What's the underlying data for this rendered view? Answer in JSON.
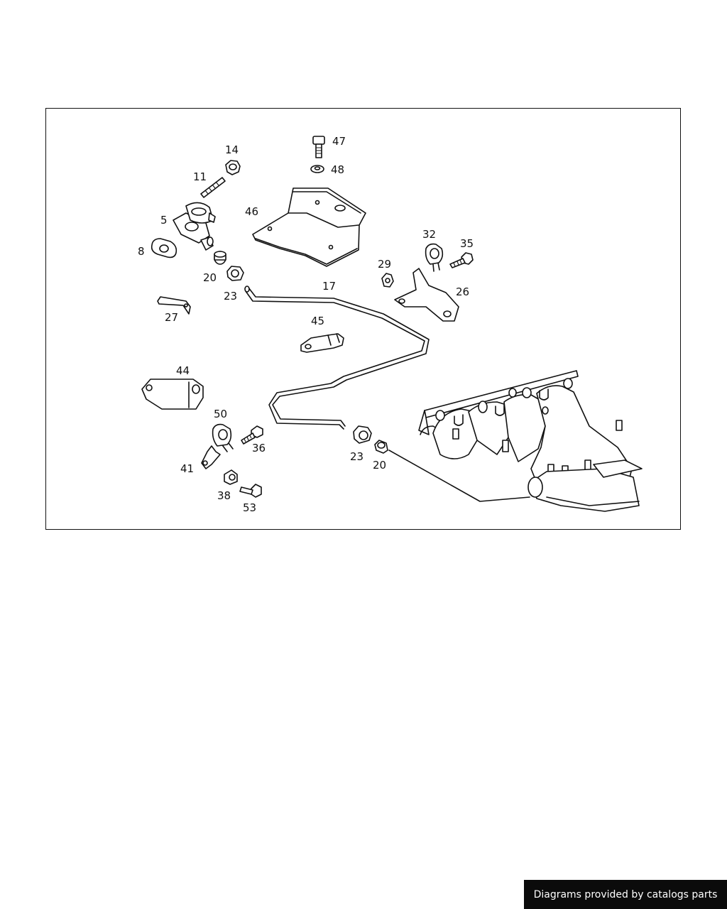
{
  "diagram": {
    "callouts": [
      {
        "id": "c47",
        "text": "47"
      },
      {
        "id": "c48",
        "text": "48"
      },
      {
        "id": "c14",
        "text": "14"
      },
      {
        "id": "c11",
        "text": "11"
      },
      {
        "id": "c46",
        "text": "46"
      },
      {
        "id": "c5",
        "text": "5"
      },
      {
        "id": "c8",
        "text": "8"
      },
      {
        "id": "c32",
        "text": "32"
      },
      {
        "id": "c35",
        "text": "35"
      },
      {
        "id": "c29",
        "text": "29"
      },
      {
        "id": "c26",
        "text": "26"
      },
      {
        "id": "c20a",
        "text": "20"
      },
      {
        "id": "c23a",
        "text": "23"
      },
      {
        "id": "c17",
        "text": "17"
      },
      {
        "id": "c27",
        "text": "27"
      },
      {
        "id": "c45",
        "text": "45"
      },
      {
        "id": "c44",
        "text": "44"
      },
      {
        "id": "c50",
        "text": "50"
      },
      {
        "id": "c36",
        "text": "36"
      },
      {
        "id": "c41",
        "text": "41"
      },
      {
        "id": "c38",
        "text": "38"
      },
      {
        "id": "c53",
        "text": "53"
      },
      {
        "id": "c23b",
        "text": "23"
      },
      {
        "id": "c20b",
        "text": "20"
      }
    ]
  },
  "footer": {
    "credit": "Diagrams provided by catalogs parts"
  }
}
